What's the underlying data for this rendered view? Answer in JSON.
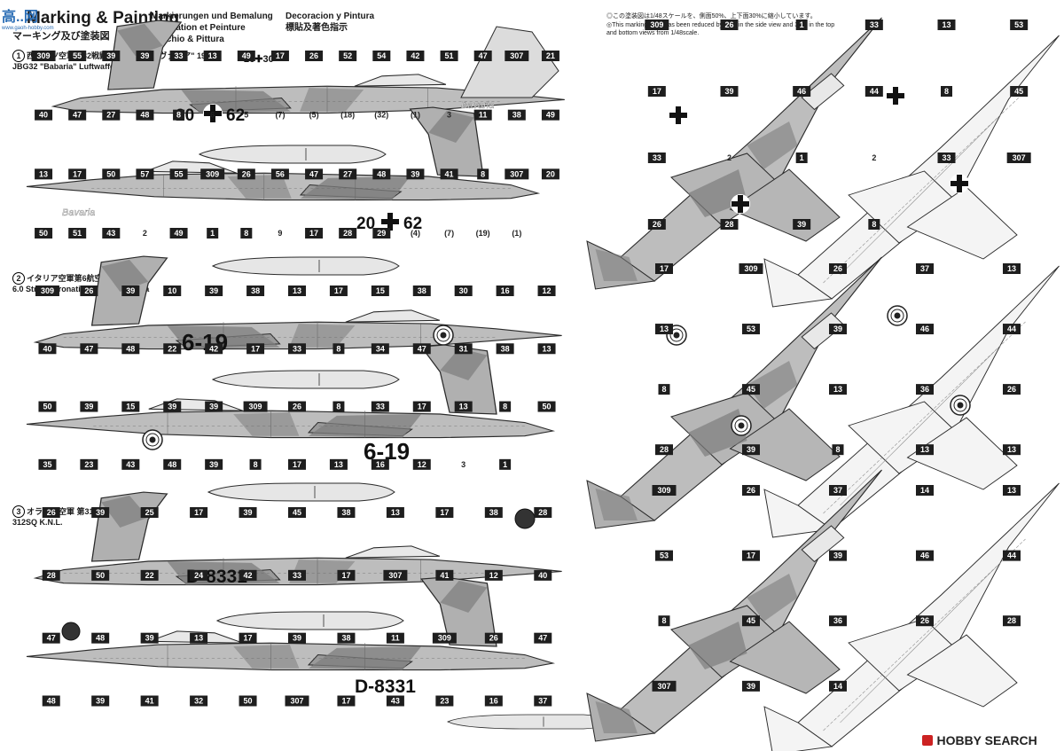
{
  "header": {
    "title": "Marking & Painting",
    "title_jp": "マーキング及び塗装図",
    "languages": [
      "Markierungen und Bemalung",
      "Decoration et Peinture",
      "Marchio & Pittura",
      "Decoracion y Pintura",
      "標貼及著色指示"
    ],
    "scale_note_jp": "◎この塗装図は1/48スケールを、側面50%、上下面30%に縮小しています。",
    "scale_note_en": "◎This marking chart has been reduced by 50% in the side view and 30% in the top and bottom views from 1/48scale."
  },
  "schemes": [
    {
      "number": "1",
      "title_jp": "西ドイツ空軍第32戦闘爆撃航空団\"バヴァリア\" 1983.7",
      "title_en": "JBG32 \"Babaria\" Luftwaffe Jul.1983",
      "serial": "20✚62",
      "small_serial": "26✚30",
      "tail_script": "Bavaria"
    },
    {
      "number": "2",
      "title_jp": "イタリア空軍第6航空団",
      "title_en": "6.0 Strm, Aeronatica Militare Italiana",
      "serial": "6-19"
    },
    {
      "number": "3",
      "title_jp": "オランダ空軍 第312飛行隊",
      "title_en": "312SQ K.N.L.",
      "serial": "D-8331",
      "tail_code": "D-8331"
    }
  ],
  "colors": {
    "camo_dark": "#7d7d7d",
    "camo_light": "#b4b4b4",
    "camo_mid": "#9a9a9a",
    "line": "#2b2b2b",
    "leader_box": "#1e1e1e"
  },
  "callouts": {
    "s1_left": [
      "309",
      "55",
      "39",
      "39",
      "33",
      "13",
      "49",
      "17",
      "26",
      "52",
      "54",
      "42",
      "51",
      "47",
      "307",
      "21",
      "40",
      "47",
      "27",
      "48",
      "8",
      "6",
      "5",
      "(7)",
      "(5)",
      "(18)",
      "(32)",
      "(1)",
      "3",
      "11",
      "38",
      "49",
      "13",
      "17",
      "50",
      "57",
      "55",
      "309",
      "26",
      "56",
      "47",
      "27",
      "48",
      "39",
      "41",
      "8",
      "307",
      "20",
      "50",
      "51",
      "43",
      "2",
      "49",
      "1",
      "8",
      "9",
      "17",
      "28",
      "29",
      "(4)",
      "(7)",
      "(19)",
      "(1)"
    ],
    "s2_left": [
      "309",
      "26",
      "39",
      "10",
      "39",
      "38",
      "13",
      "17",
      "15",
      "38",
      "30",
      "16",
      "12",
      "40",
      "47",
      "48",
      "22",
      "42",
      "17",
      "33",
      "8",
      "34",
      "47",
      "31",
      "38",
      "13",
      "50",
      "39",
      "15",
      "39",
      "39",
      "309",
      "26",
      "8",
      "33",
      "17",
      "13",
      "8",
      "50",
      "35",
      "23",
      "43",
      "48",
      "39",
      "8",
      "17",
      "13",
      "16",
      "12",
      "3",
      "1"
    ],
    "s3_left": [
      "26",
      "39",
      "25",
      "17",
      "39",
      "45",
      "38",
      "13",
      "17",
      "38",
      "28",
      "28",
      "50",
      "22",
      "24",
      "42",
      "33",
      "17",
      "307",
      "41",
      "12",
      "40",
      "47",
      "48",
      "39",
      "13",
      "17",
      "39",
      "38",
      "11",
      "309",
      "26",
      "47",
      "48",
      "39",
      "41",
      "32",
      "50",
      "307",
      "17",
      "43",
      "23",
      "16",
      "37"
    ],
    "right_top": [
      "309",
      "26",
      "1",
      "33",
      "13",
      "53",
      "17",
      "39",
      "46",
      "44",
      "8",
      "45",
      "33",
      "2",
      "1",
      "2",
      "33",
      "307",
      "26",
      "28",
      "39",
      "8"
    ],
    "right_mid": [
      "17",
      "309",
      "26",
      "37",
      "13",
      "13",
      "53",
      "39",
      "46",
      "44",
      "8",
      "45",
      "13",
      "36",
      "26",
      "28",
      "39",
      "8",
      "13",
      "13"
    ],
    "right_bot": [
      "309",
      "26",
      "37",
      "14",
      "13",
      "53",
      "17",
      "39",
      "46",
      "44",
      "8",
      "45",
      "36",
      "26",
      "28",
      "307",
      "39",
      "14"
    ]
  },
  "watermarks": {
    "top_left": "高..网",
    "top_left_sub": "www.gaoh-hobby.com",
    "bottom_right": "HOBBY SEARCH"
  }
}
